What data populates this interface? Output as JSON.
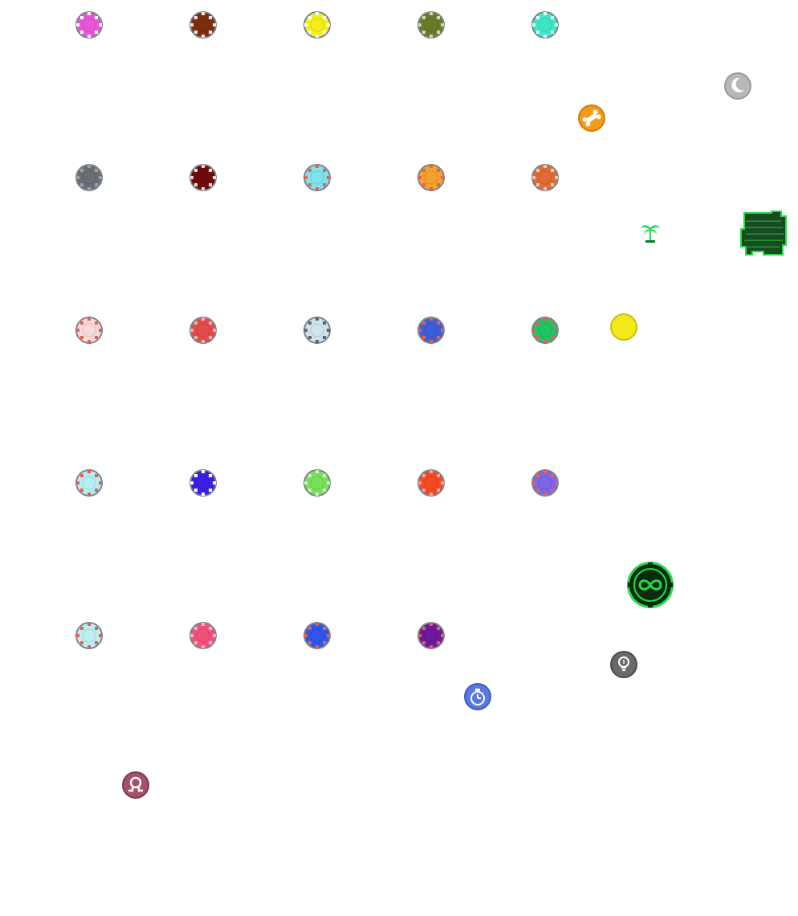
{
  "scene": {
    "background": "#ffffff",
    "chips": [
      {
        "name": "chip-magenta",
        "fill": "#e855d6",
        "marks": "#ffffff"
      },
      {
        "name": "chip-brown",
        "fill": "#7a2e0e",
        "marks": "#f5e6d6"
      },
      {
        "name": "chip-yellow",
        "fill": "#f2ef1a",
        "marks": "#ffffff"
      },
      {
        "name": "chip-olive",
        "fill": "#6b7a2a",
        "marks": "#cfd9a8"
      },
      {
        "name": "chip-aqua",
        "fill": "#3fe6c6",
        "marks": "#e0fff8"
      },
      {
        "name": "chip-gray",
        "fill": "#6a6e73",
        "marks": "#9aa0a6"
      },
      {
        "name": "chip-maroon",
        "fill": "#6e0a0a",
        "marks": "#f0d6d6"
      },
      {
        "name": "chip-light-cyan",
        "fill": "#7fe3ec",
        "marks": "#e8604a"
      },
      {
        "name": "chip-orange",
        "fill": "#f4a12e",
        "marks": "#e8604a"
      },
      {
        "name": "chip-dark-orange",
        "fill": "#e06a36",
        "marks": "#f7c5a0"
      },
      {
        "name": "chip-pale-pink",
        "fill": "#f6dada",
        "marks": "#e8604a"
      },
      {
        "name": "chip-red",
        "fill": "#e24b4b",
        "marks": "#f2b0a8"
      },
      {
        "name": "chip-pale-blue",
        "fill": "#cfe3ea",
        "marks": "#5a6670"
      },
      {
        "name": "chip-royal-blue",
        "fill": "#3b5fd8",
        "marks": "#e8604a"
      },
      {
        "name": "chip-green",
        "fill": "#1fc466",
        "marks": "#e8604a"
      },
      {
        "name": "chip-pale-aqua",
        "fill": "#b5eef2",
        "marks": "#e8604a"
      },
      {
        "name": "chip-indigo",
        "fill": "#3a1fe6",
        "marks": "#ffffff"
      },
      {
        "name": "chip-lime",
        "fill": "#7ae05a",
        "marks": "#c8f7b6"
      },
      {
        "name": "chip-vermilion",
        "fill": "#f24a24",
        "marks": "#f7a48c"
      },
      {
        "name": "chip-lavender",
        "fill": "#7a66e6",
        "marks": "#e8604a"
      },
      {
        "name": "chip-pale-aqua-2",
        "fill": "#bdeff2",
        "marks": "#e8604a"
      },
      {
        "name": "chip-pink",
        "fill": "#f0507a",
        "marks": "#f7b0c0"
      },
      {
        "name": "chip-blue",
        "fill": "#2f56e8",
        "marks": "#e8604a"
      },
      {
        "name": "chip-purple",
        "fill": "#6a1a9a",
        "marks": "#e8604a"
      }
    ],
    "icons": [
      {
        "name": "moon-coin-icon",
        "fill": "#b8b8b8",
        "accent": "#ffffff"
      },
      {
        "name": "dog-bone-coin-icon",
        "fill": "#f29a1a",
        "accent": "#ffffff"
      },
      {
        "name": "sprout-icon",
        "fill": "#22dd55",
        "accent": "#0a7a2a"
      },
      {
        "name": "green-circuit-block-icon",
        "fill": "#1a4a22",
        "accent": "#22dd44"
      },
      {
        "name": "crescent-moon-coin-icon",
        "fill": "#f2e81a",
        "accent": "#ffffff"
      },
      {
        "name": "infinity-coin-icon",
        "fill": "#0a2a12",
        "accent": "#22dd44"
      },
      {
        "name": "lightbulb-coin-icon",
        "fill": "#6a6a6a",
        "accent": "#ffffff"
      },
      {
        "name": "stopwatch-coin-icon",
        "fill": "#5a78e0",
        "accent": "#ffffff"
      },
      {
        "name": "omega-coin-icon",
        "fill": "#a8506a",
        "accent": "#ffffff"
      }
    ]
  }
}
